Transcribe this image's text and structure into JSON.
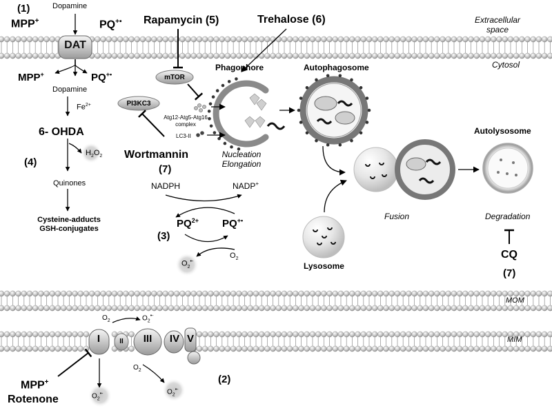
{
  "membranes": {
    "plasma": {
      "outer_label": "Extracellular\nspace",
      "inner_label": "Cytosol"
    },
    "mitochondria": {
      "outer_label": "MOM",
      "inner_label": "MIM"
    }
  },
  "dopamine_pathway": {
    "number": "(1)",
    "mpp_out": "MPP",
    "mpp_out_sup": "+",
    "dopamine_out": "Dopamine",
    "pq_out": "PQ",
    "pq_out_sup": "+•",
    "transporter": "DAT",
    "mpp_in": "MPP",
    "mpp_in_sup": "+",
    "pq_in": "PQ",
    "pq_in_sup": "+•",
    "dopamine_in": "Dopamine",
    "iron": "Fe",
    "iron_sup": "2+",
    "ohda": "6- OHDA",
    "h2o2": "H",
    "h2o2_sub1": "2",
    "h2o2_o": "O",
    "h2o2_sub2": "2",
    "ohda_number": "(4)",
    "quinones": "Quinones",
    "adducts_line1": "Cysteine-adducts",
    "adducts_line2": "GSH-conjugates"
  },
  "autophagy": {
    "rapamycin": "Rapamycin (5)",
    "trehalose": "Trehalose (6)",
    "mtor": "mTOR",
    "pi3kc3": "PI3KC3",
    "wortmannin": "Wortmannin",
    "wortmannin_number": "(7)",
    "atg_line1": "Atg12-Atg5-Atg16",
    "atg_line2": "complex",
    "lc3": "LC3-II",
    "phagophore": "Phagophore",
    "nucleation": "Nucleation",
    "elongation": "Elongation",
    "autophagosome": "Autophagosome",
    "autolysosome": "Autolysosome",
    "lysosome": "Lysosome",
    "fusion": "Fusion",
    "degradation": "Degradation",
    "cq": "CQ",
    "cq_number": "(7)"
  },
  "paraquat_cycle": {
    "nadph": "NADPH",
    "nadp": "NADP",
    "nadp_sup": "+",
    "pq2": "PQ",
    "pq2_sup": "2+",
    "pq_radical": "PQ",
    "pq_radical_sup": "+•",
    "number": "(3)",
    "o2": "O",
    "o2_sub": "2",
    "superoxide": "O",
    "superoxide_sub": "2",
    "superoxide_sup": "•-"
  },
  "etc": {
    "complex_1": "I",
    "complex_2": "II",
    "complex_3": "III",
    "complex_4": "IV",
    "complex_5": "V",
    "o2_top": "O",
    "o2_top_sub": "2",
    "sox_top": "O",
    "sox_top_sub": "2",
    "sox_top_sup": "•-",
    "o2_bottom": "O",
    "o2_bottom_sub": "2",
    "sox_c1": "O",
    "sox_c1_sub": "2",
    "sox_c1_sup": "•-",
    "sox_c3": "O",
    "sox_c3_sub": "2",
    "sox_c3_sup": "•-",
    "inhibitor_1": "MPP",
    "inhibitor_1_sup": "+",
    "inhibitor_2": "Rotenone",
    "number": "(2)"
  }
}
